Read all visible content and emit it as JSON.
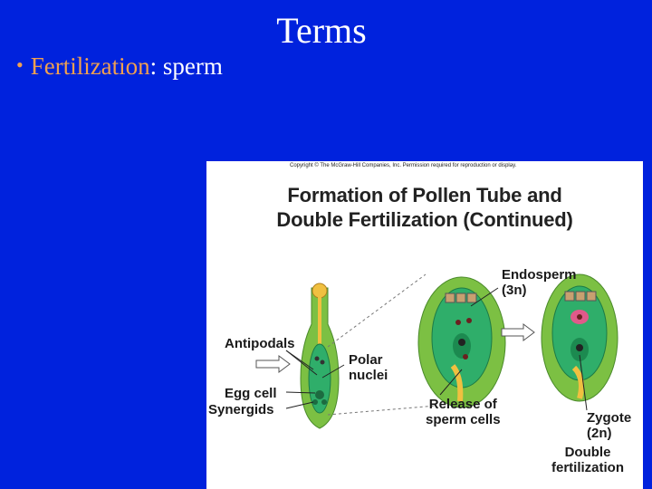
{
  "slide": {
    "title": "Terms",
    "bullet_term": "Fertilization",
    "bullet_rest": ": sperm"
  },
  "figure": {
    "copyright": "Copyright © The McGraw-Hill Companies, Inc. Permission required for reproduction or display.",
    "title_line1": "Formation of Pollen Tube and",
    "title_line2": "Double Fertilization (Continued)",
    "labels": {
      "antipodals": "Antipodals",
      "polar_line1": "Polar",
      "polar_line2": "nuclei",
      "egg_cell": "Egg cell",
      "synergids": "Synergids",
      "endosperm_line1": "Endosperm",
      "endosperm_line2": "(3n)",
      "release_line1": "Release of",
      "release_line2": "sperm cells",
      "zygote_line1": "Zygote",
      "zygote_line2": "(2n)",
      "double_line1": "Double",
      "double_line2": "fertilization"
    }
  },
  "colors": {
    "background": "#0022dd",
    "accent": "#f0a050",
    "ovule_green": "#7cc043",
    "sac_green": "#2fae6a",
    "pollen_tube": "#f0c040"
  }
}
